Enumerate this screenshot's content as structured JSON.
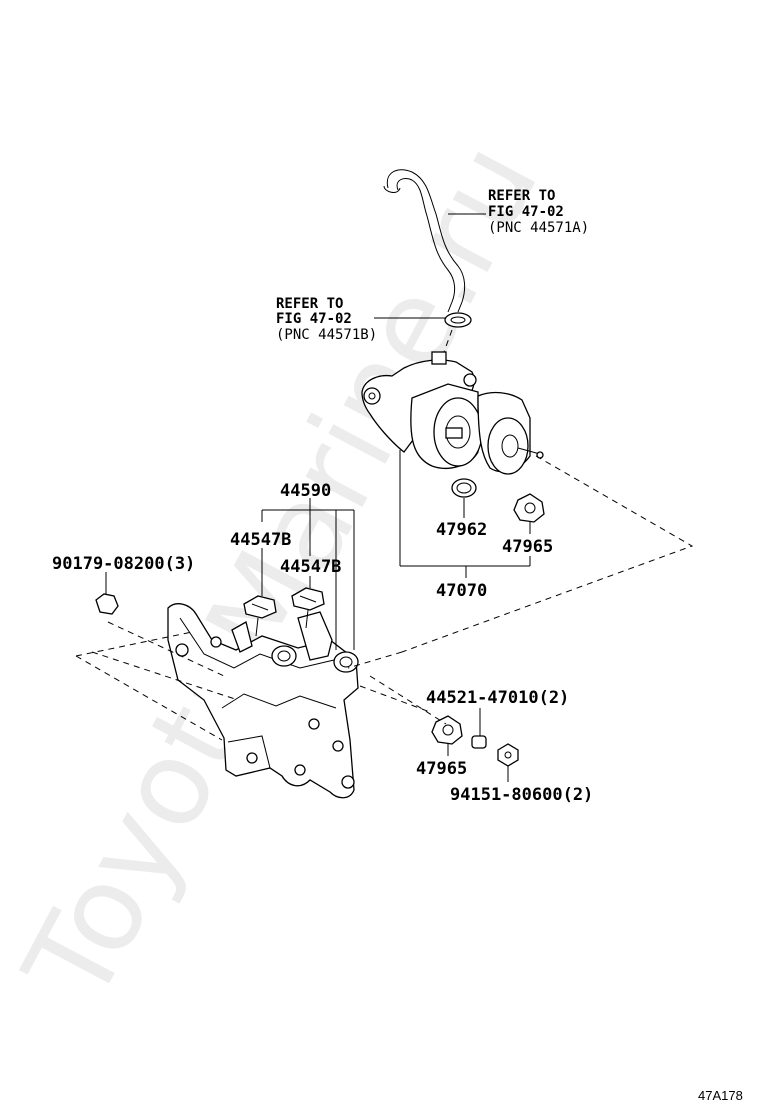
{
  "watermark": "ToyotaMarine.ru",
  "figure_code": "47A178",
  "refs": {
    "a": {
      "line1": "REFER TO",
      "line2": "FIG 47-02",
      "line3": "(PNC 44571A)"
    },
    "b": {
      "line1": "REFER TO",
      "line2": "FIG 47-02",
      "line3": "(PNC 44571B)"
    }
  },
  "parts": {
    "p44590": "44590",
    "p44547b_1": "44547B",
    "p44547b_2": "44547B",
    "p90179": "90179-08200(3)",
    "p47962": "47962",
    "p47965_top": "47965",
    "p47070": "47070",
    "p44521": "44521-47010(2)",
    "p47965_bottom": "47965",
    "p94151": "94151-80600(2)"
  },
  "colors": {
    "line": "#000000",
    "background": "#ffffff"
  }
}
